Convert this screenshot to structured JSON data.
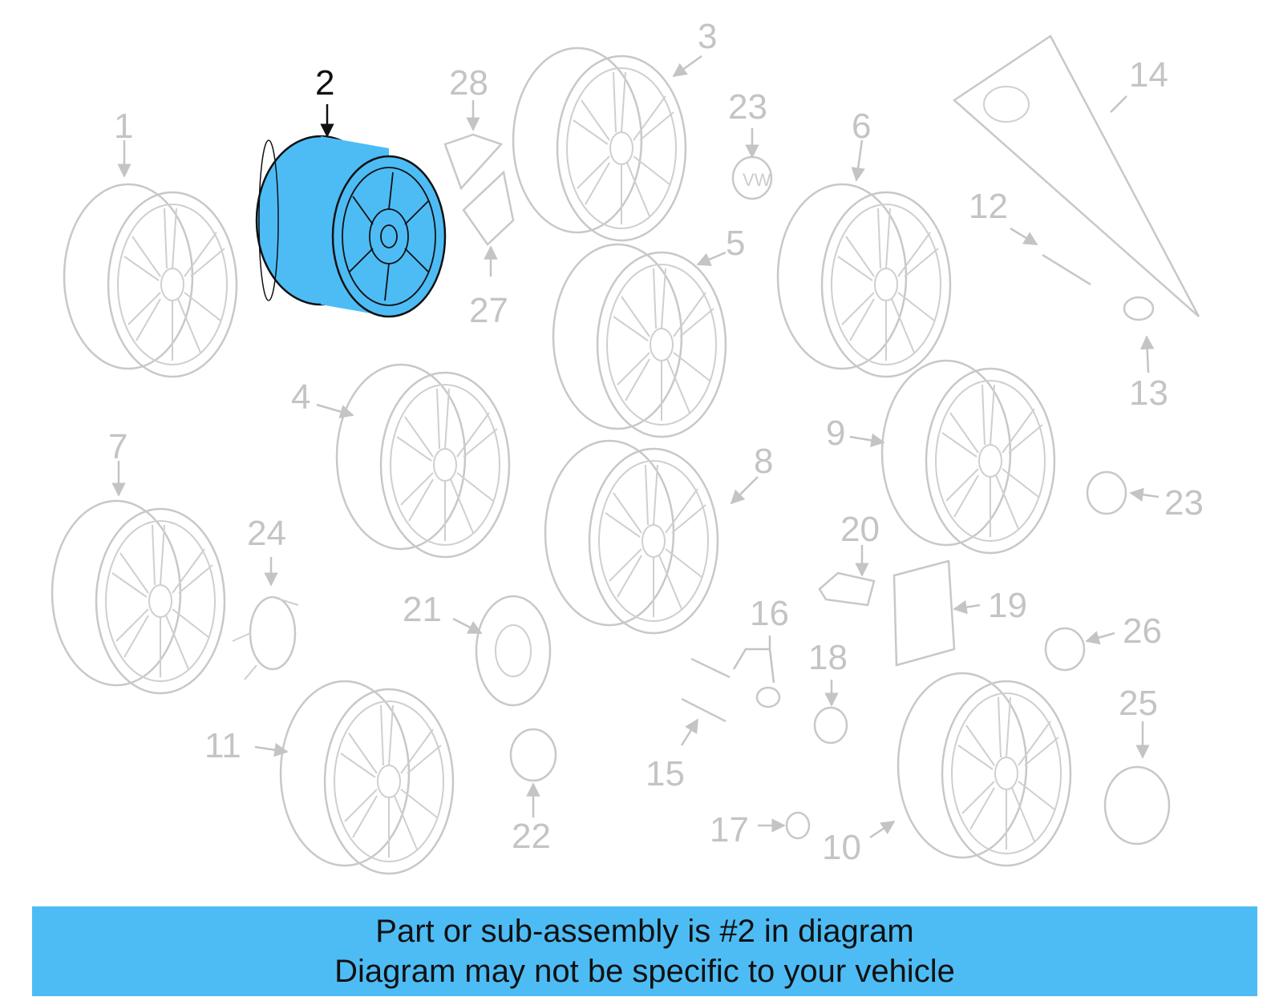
{
  "diagram": {
    "highlighted_callout": "2",
    "highlight_color": "#4dbcf5",
    "callouts": [
      "1",
      "2",
      "3",
      "4",
      "5",
      "6",
      "7",
      "8",
      "9",
      "10",
      "11",
      "12",
      "13",
      "14",
      "15",
      "16",
      "17",
      "18",
      "19",
      "20",
      "21",
      "22",
      "23",
      "23",
      "24",
      "25",
      "26",
      "27",
      "28"
    ]
  },
  "banner": {
    "line1": "Part or sub-assembly is #2 in diagram",
    "line2": "Diagram may not be specific to your vehicle",
    "background": "#4dbcf5"
  }
}
